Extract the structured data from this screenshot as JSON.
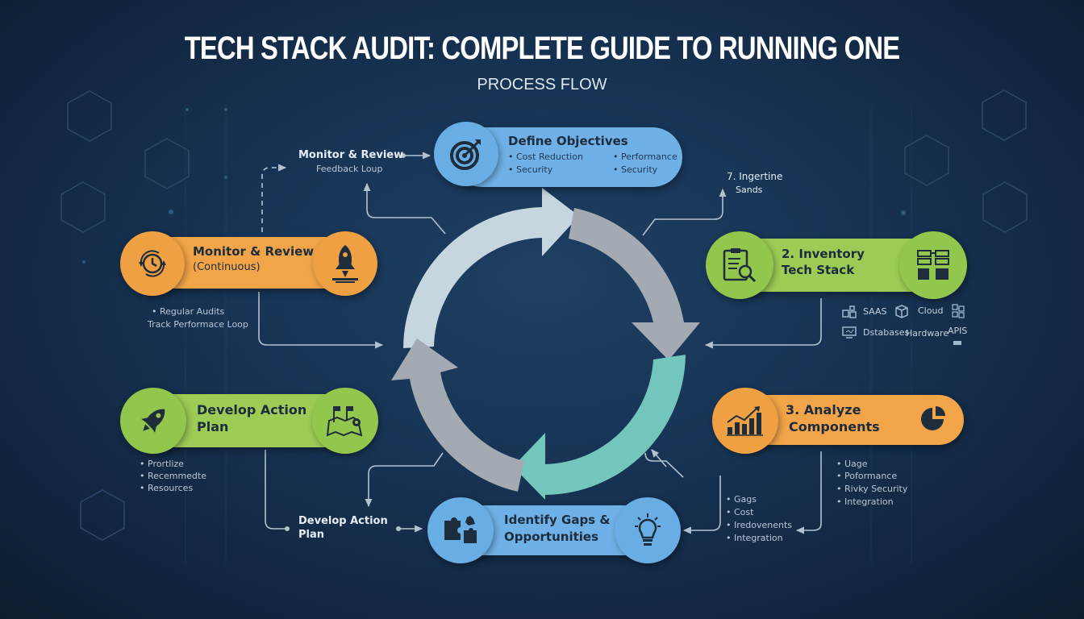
{
  "header": {
    "title": "TECH STACK AUDIT: COMPLETE GUIDE TO RUNNING ONE",
    "subtitle": "PROCESS FLOW"
  },
  "colors": {
    "background": "#163253",
    "blue_node": "#6fb1e6",
    "green_node": "#9ccc55",
    "orange_node": "#f2a548",
    "cycle_light": "#c4d6de",
    "cycle_gray": "#a3aab0",
    "cycle_teal": "#72c5bb",
    "connector": "#b3c2d1"
  },
  "nodes": {
    "define": {
      "title": "Define Objectives",
      "icon": "target-icon",
      "bullets": [
        "Cost Reduction",
        "Security",
        "Performance",
        "Security"
      ]
    },
    "inventory": {
      "title_line1": "2. Inventory",
      "title_line2": "Tech Stack",
      "icon_left": "clipboard-search-icon",
      "icon_right": "component-blocks-icon",
      "items": [
        {
          "icon": "saas-icon",
          "label": "SAAS"
        },
        {
          "icon": "cloud-box-icon",
          "label": "Cloud"
        },
        {
          "icon": "grid-icon",
          "label": ""
        },
        {
          "icon": "monitor-icon",
          "label": "Dstabases"
        },
        {
          "icon": "",
          "label": "Hardware"
        },
        {
          "icon": "api-icon",
          "label": "APIS"
        }
      ]
    },
    "analyze": {
      "title_line1": "3. Analyze",
      "title_line2": "Components",
      "icon_left": "bar-chart-icon",
      "icon_right": "pie-chart-icon",
      "bullets": [
        "Uage",
        "Poformance",
        "Rivky Security",
        "Integration"
      ]
    },
    "identify": {
      "title_line1": "Identify Gaps &",
      "title_line2": "Opportunities",
      "icon_left": "puzzle-icon",
      "icon_right": "lightbulb-icon",
      "bullets": [
        "Gags",
        "Cost",
        "Iredovenents",
        "Integration"
      ]
    },
    "develop": {
      "title_line1": "Develop Action",
      "title_line2": "Plan",
      "icon_left": "rocket-icon",
      "icon_right": "map-flags-icon",
      "bullets": [
        "Prortlize",
        "Recemmedte",
        "Resources"
      ]
    },
    "monitor": {
      "title": "Monitor & Review",
      "subtitle": "(Continuous)",
      "icon_left": "clock-cycle-icon",
      "icon_right": "rocket-launch-icon",
      "notes": [
        "Regular Audits",
        "Track Performace Loop"
      ]
    }
  },
  "floating_labels": {
    "monitor_feedback_title": "Monitor & Review",
    "monitor_feedback_sub": "Feedback Loup",
    "step7_line1": "7. Ingertine",
    "step7_line2": "Sands",
    "develop_bottom_line1": "Develop Action",
    "develop_bottom_line2": "Plan"
  }
}
